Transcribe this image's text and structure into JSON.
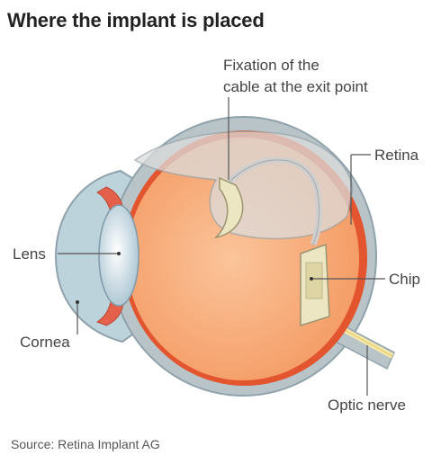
{
  "title": "Where the implant is placed",
  "labels": {
    "fixation_line1": "Fixation of the",
    "fixation_line2": "cable at the exit point",
    "retina": "Retina",
    "lens": "Lens",
    "chip": "Chip",
    "cornea": "Cornea",
    "optic_nerve": "Optic nerve"
  },
  "source": "Source: Retina Implant AG",
  "colors": {
    "sclera": "#b9c4c9",
    "vitreous": "#f7a877",
    "retina": "#e2552e",
    "cornea": "#bcd3dc",
    "lens": "#d9e7ef",
    "chip": "#ece7c2",
    "nerve": "#f4e8a8",
    "implant_overlay": "#dcdcdc"
  }
}
